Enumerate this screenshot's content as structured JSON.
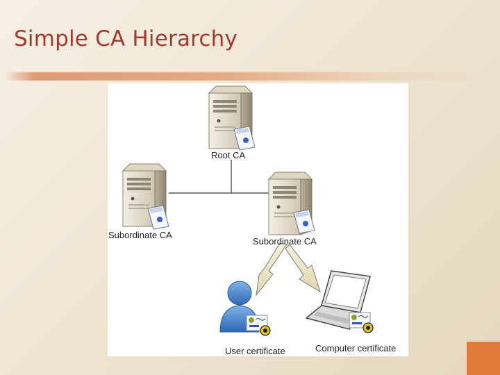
{
  "slide": {
    "title": "Simple CA Hierarchy"
  },
  "diagram": {
    "nodes": {
      "root_ca": {
        "label": "Root CA",
        "icon": "server-icon"
      },
      "subordinate_ca_left": {
        "label": "Subordinate CA",
        "icon": "server-icon"
      },
      "subordinate_ca_right": {
        "label": "Subordinate CA",
        "icon": "server-icon"
      },
      "user_certificate": {
        "label": "User certificate",
        "icon": "user-icon"
      },
      "computer_certificate": {
        "label": "Computer certificate",
        "icon": "laptop-icon"
      }
    },
    "colors": {
      "title": "#a03a2e",
      "accent": "#e07b39",
      "connector": "#555555",
      "arrow_fill": "#efe7c8",
      "user_body": "#3f7fc8"
    }
  }
}
